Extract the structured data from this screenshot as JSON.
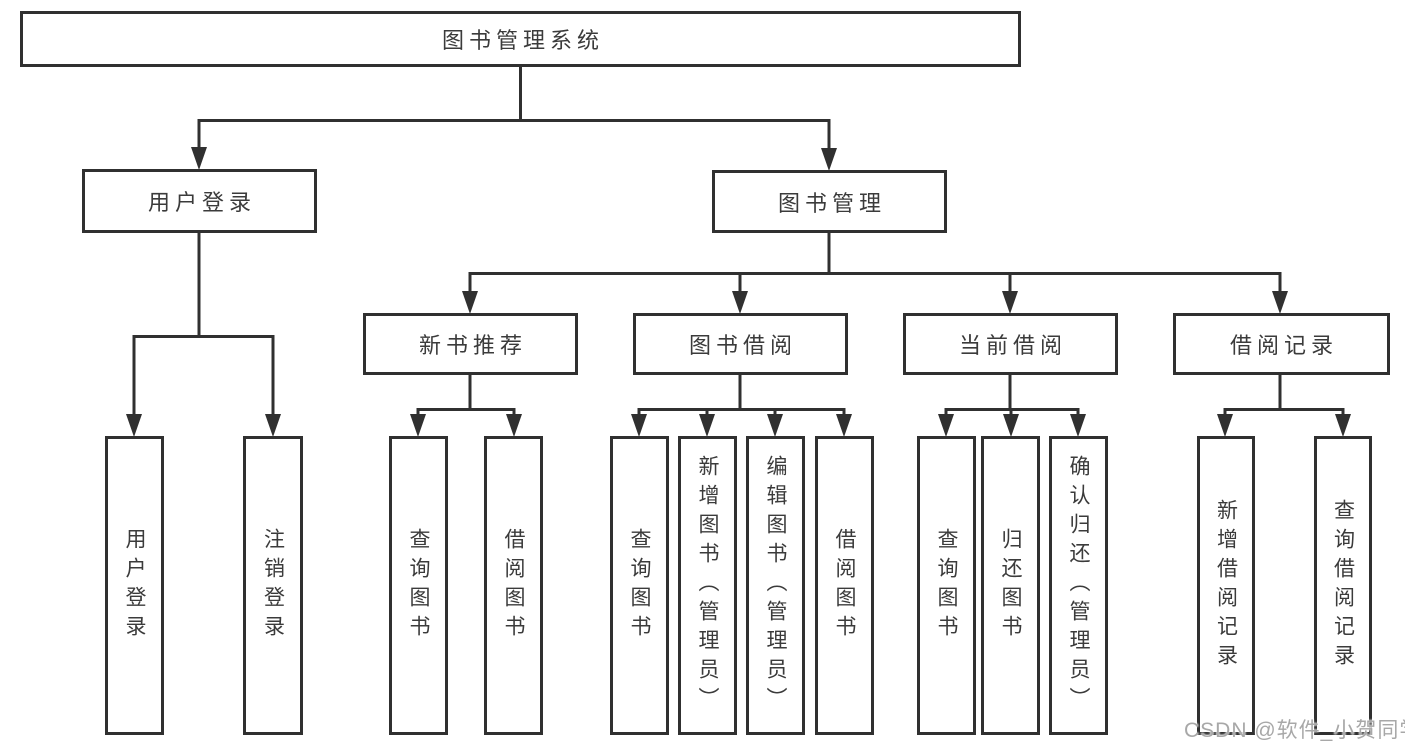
{
  "tree": {
    "root": {
      "label": "图书管理系统"
    },
    "children": [
      {
        "label": "用户登录",
        "children": [
          {
            "label": "用户登录"
          },
          {
            "label": "注销登录"
          }
        ]
      },
      {
        "label": "图书管理",
        "children": [
          {
            "label": "新书推荐",
            "children": [
              {
                "label": "查询图书"
              },
              {
                "label": "借阅图书"
              }
            ]
          },
          {
            "label": "图书借阅",
            "children": [
              {
                "label": "查询图书"
              },
              {
                "label": "新增图书（管理员）"
              },
              {
                "label": "编辑图书（管理员）"
              },
              {
                "label": "借阅图书"
              }
            ]
          },
          {
            "label": "当前借阅",
            "children": [
              {
                "label": "查询图书"
              },
              {
                "label": "归还图书"
              },
              {
                "label": "确认归还（管理员）"
              }
            ]
          },
          {
            "label": "借阅记录",
            "children": [
              {
                "label": "新增借阅记录"
              },
              {
                "label": "查询借阅记录"
              }
            ]
          }
        ]
      }
    ]
  },
  "watermark": {
    "text": "CSDN @软件_小贺同学"
  },
  "colors": {
    "line": "#303030",
    "text": "#3b3b3b",
    "watermark": "#a8a8a8",
    "background": "#ffffff"
  }
}
